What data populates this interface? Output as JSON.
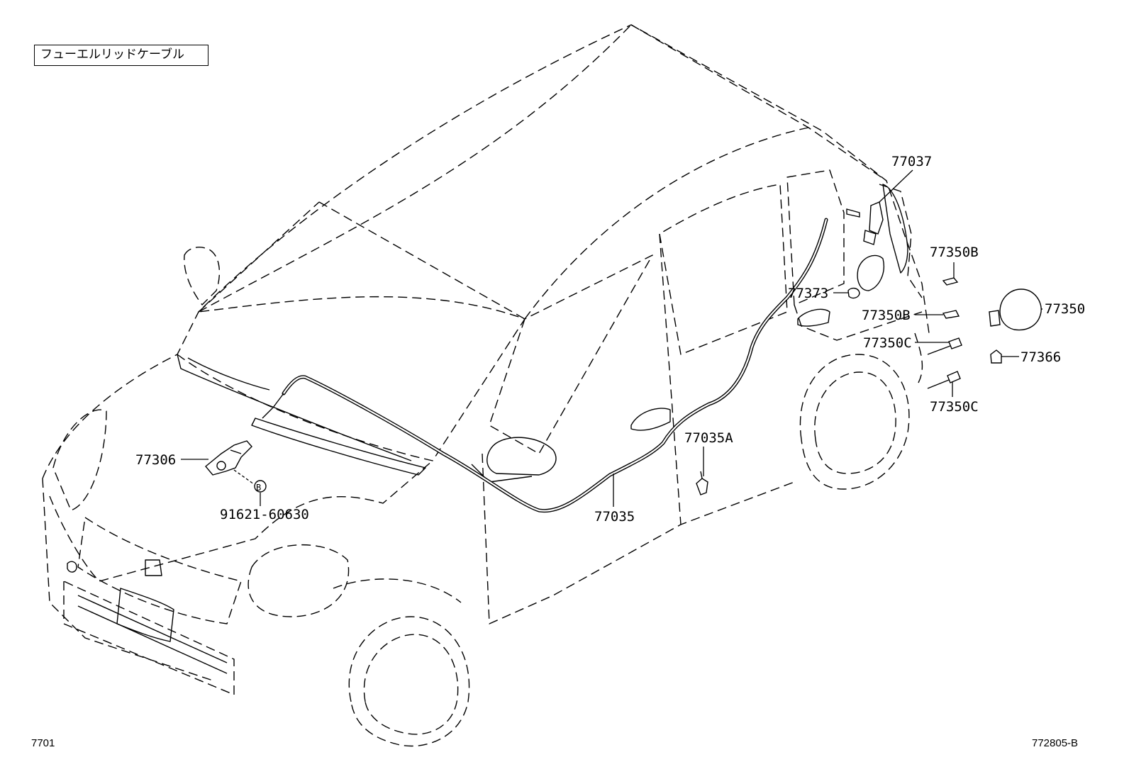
{
  "diagram": {
    "title": "フューエルリッドケーブル",
    "footer_left": "7701",
    "footer_right": "772805-B",
    "callouts": {
      "c77037": "77037",
      "c77350B_top": "77350B",
      "c77373": "77373",
      "c77350B_mid": "77350B",
      "c77350": "77350",
      "c77350C_top": "77350C",
      "c77366": "77366",
      "c77350C_bottom": "77350C",
      "c77035A": "77035A",
      "c77306": "77306",
      "c77035": "77035",
      "c91621": "91621-60630",
      "bolt_marker": "B"
    }
  }
}
